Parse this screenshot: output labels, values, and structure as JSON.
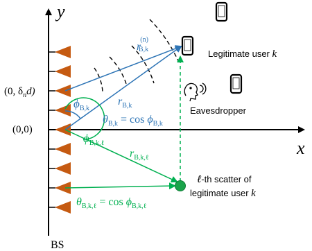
{
  "axes": {
    "x_label": "x",
    "y_label": "y",
    "origin_label": "(0,0)",
    "antenna_label_prefix": "(0, δ",
    "antenna_label_sub": "n",
    "antenna_label_suffix": "d)",
    "bs_label": "BS"
  },
  "antennas": {
    "count": 9,
    "color": "#c55a11"
  },
  "users": {
    "legitimate_label_prefix": "Legitimate user ",
    "legitimate_label_k": "k",
    "eavesdropper_label": "Eavesdropper",
    "scatter_label_line1_prefix": "ℓ",
    "scatter_label_line1_suffix": "-th scatter of",
    "scatter_label_line2_prefix": "legitimate user ",
    "scatter_label_line2_k": "k"
  },
  "los_labels": {
    "color": "#2e75b6",
    "r_n_main": "r",
    "r_n_sup": "(n)",
    "r_n_sub": "B,k",
    "r_main": "r",
    "r_sub": "B,k",
    "phi_main": "ϕ",
    "phi_sub": "B,k",
    "theta_main": "θ",
    "theta_sub": "B,k",
    "theta_eq": " = cos ",
    "theta_phi": "ϕ",
    "theta_phi_sub": "B,k"
  },
  "nlos_labels": {
    "color": "#00b050",
    "r_main": "r",
    "r_sub": "B,k,ℓ",
    "phi_main": "ϕ",
    "phi_sub": "B,k,ℓ",
    "theta_main": "θ",
    "theta_sub": "B,k,ℓ",
    "theta_eq": " = cos ",
    "theta_phi": "ϕ",
    "theta_phi_sub": "B,k,ℓ"
  }
}
